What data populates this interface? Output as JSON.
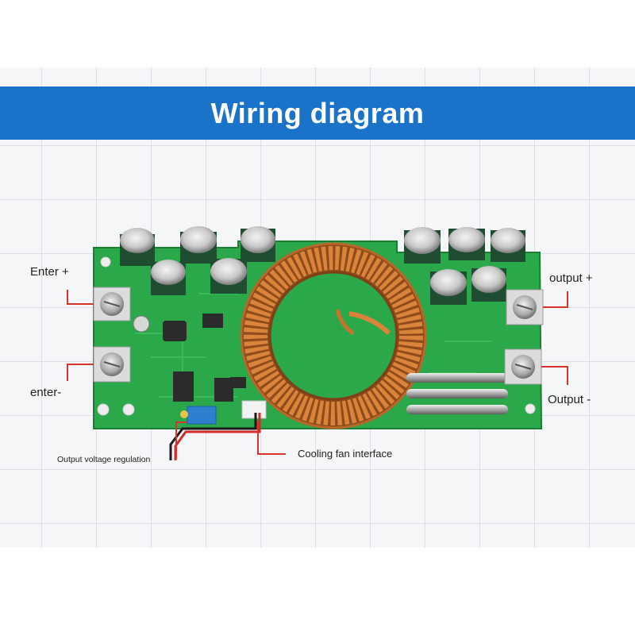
{
  "banner": {
    "title": "Wiring diagram"
  },
  "labels": {
    "input_plus": "Enter +",
    "input_minus": "enter-",
    "output_plus": "output +",
    "output_minus": "Output -",
    "voltage_regulation": "Output voltage regulation",
    "cooling_fan": "Cooling fan interface"
  },
  "colors": {
    "banner": "#1a72c9",
    "pcb": "#2aa84a",
    "copper": "#c8742c",
    "leader_line": "#d9342b"
  }
}
